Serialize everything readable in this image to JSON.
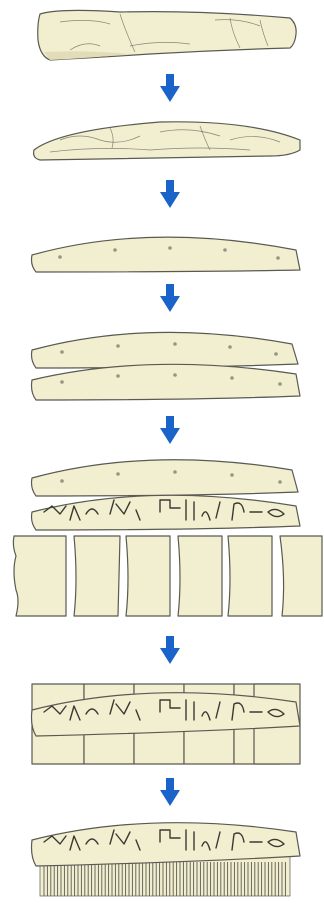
{
  "diagram": {
    "steps": [
      "raw-antler-tine",
      "split-blank",
      "shaped-side-plate-with-rivet-holes",
      "two-side-plates",
      "decorated-side-plate-and-tooth-plates",
      "riveted-assembly",
      "finished-comb"
    ],
    "arrow_count": 6,
    "tooth_plate_count": 6
  },
  "colors": {
    "bone": "#f2eed0",
    "bone_shadow": "#e2dcb8",
    "outline": "#5a5a52",
    "arrow": "#1a63c8",
    "incised": "#3a3a34"
  }
}
